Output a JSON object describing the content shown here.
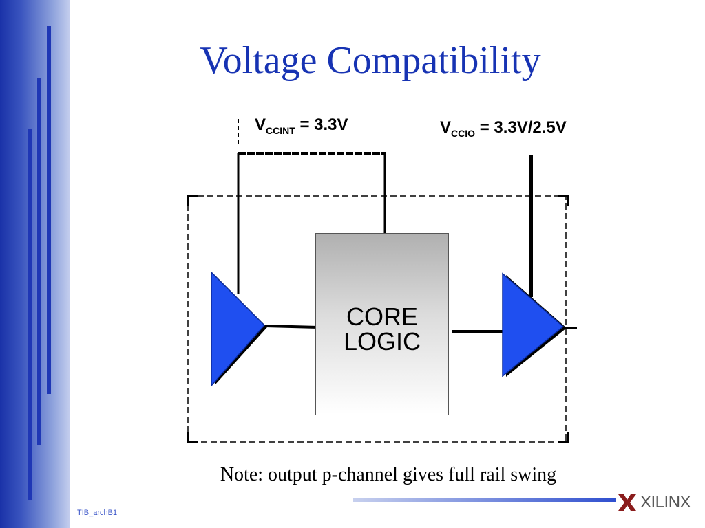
{
  "slide": {
    "title": "Voltage Compatibility",
    "note": "Note: output p-channel gives full rail swing",
    "footer_code": "TIB_archB1",
    "logo_text": "XILINX"
  },
  "diagram": {
    "vccint": {
      "symbol": "V",
      "subscript": "CCINT",
      "value": "= 3.3V"
    },
    "vccio": {
      "symbol": "V",
      "subscript": "CCIO",
      "value": "= 3.3V/2.5V"
    },
    "core": {
      "line1": "CORE",
      "line2": "LOGIC"
    }
  },
  "colors": {
    "title": "#1733b3",
    "buffer_fill": "#1f4ff0",
    "band": "#1f37b5"
  }
}
